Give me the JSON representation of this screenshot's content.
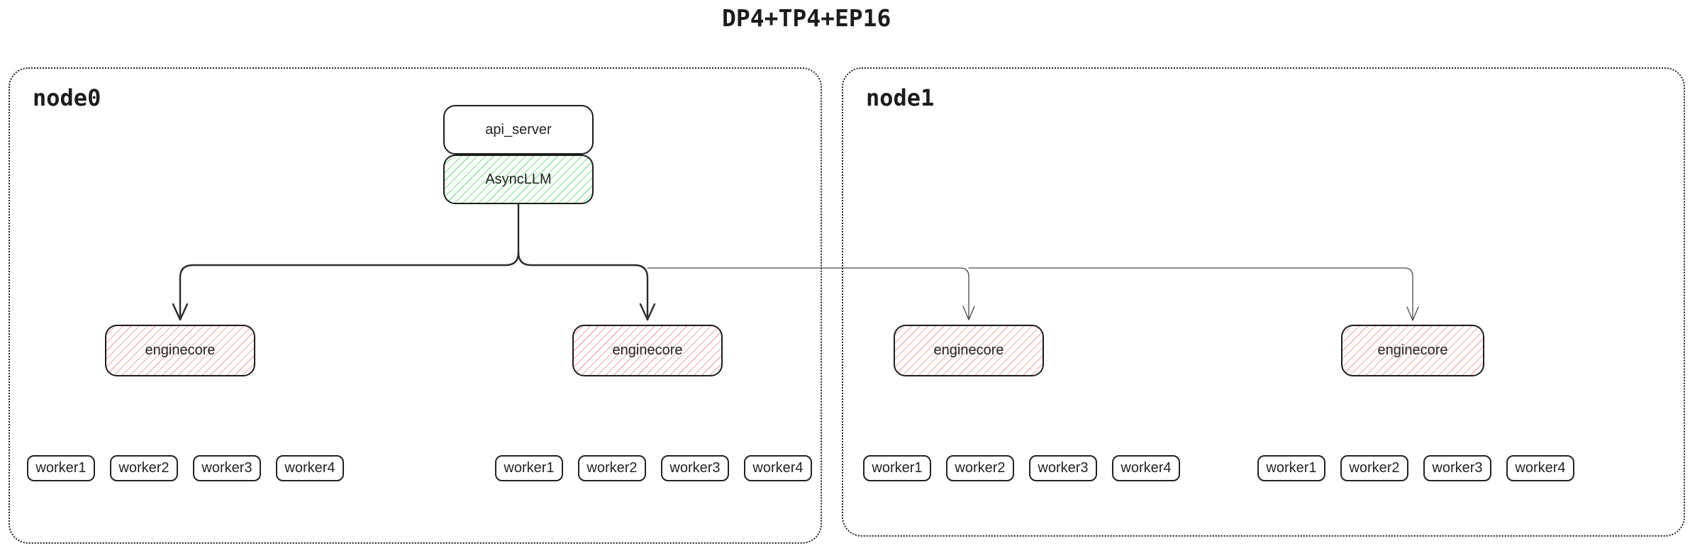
{
  "title": "DP4+TP4+EP16",
  "stack": {
    "api_server": "api_server",
    "async_llm": "AsyncLLM"
  },
  "nodes": [
    {
      "label": "node0",
      "groups": [
        {
          "enginecore_label": "enginecore",
          "workers": [
            "worker1",
            "worker2",
            "worker3",
            "worker4"
          ]
        },
        {
          "enginecore_label": "enginecore",
          "workers": [
            "worker1",
            "worker2",
            "worker3",
            "worker4"
          ]
        }
      ]
    },
    {
      "label": "node1",
      "groups": [
        {
          "enginecore_label": "enginecore",
          "workers": [
            "worker1",
            "worker2",
            "worker3",
            "worker4"
          ]
        },
        {
          "enginecore_label": "enginecore",
          "workers": [
            "worker1",
            "worker2",
            "worker3",
            "worker4"
          ]
        }
      ]
    }
  ],
  "colors": {
    "stroke_dark": "#2b2b2b",
    "stroke_thin": "#4a4a4a",
    "green_hatch": "#a2e6ac",
    "red_hatch": "#f2c1bd",
    "border": "#1d1d1d",
    "background": "#ffffff"
  }
}
